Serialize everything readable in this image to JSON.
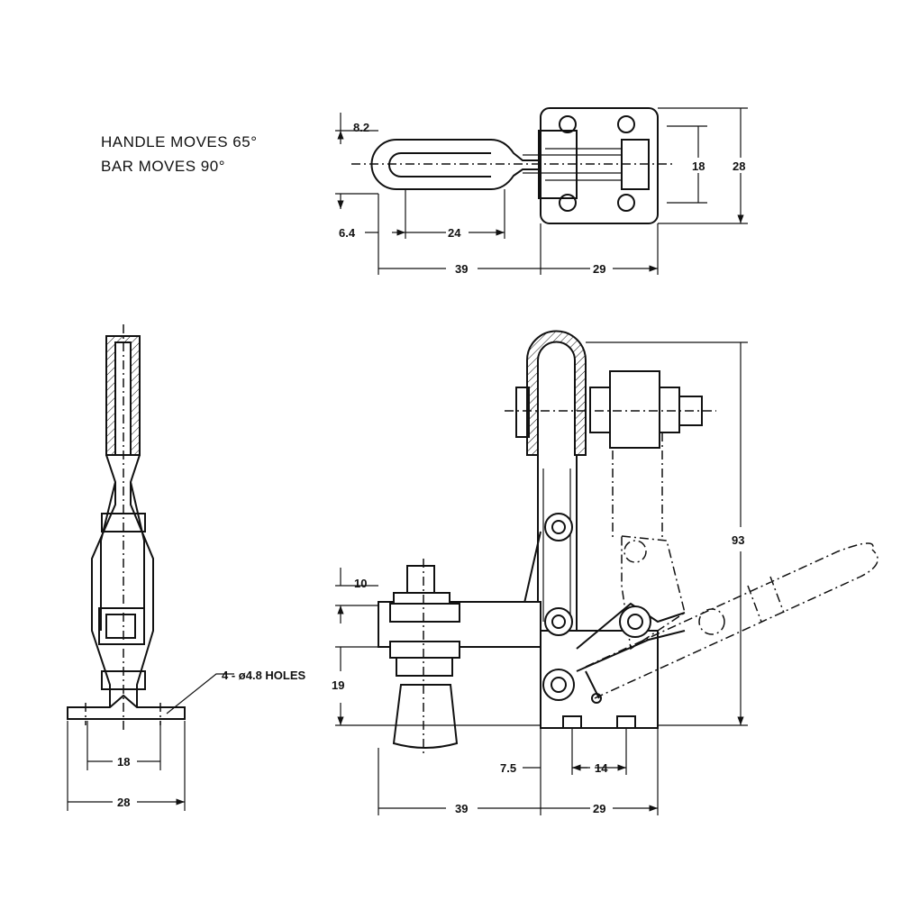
{
  "notes": {
    "handle": "HANDLE  MOVES  65°",
    "bar": "BAR       MOVES  90°"
  },
  "top_view": {
    "d_8_2": "8.2",
    "d_18": "18",
    "d_28": "28",
    "d_6_4": "6.4",
    "d_24": "24",
    "d_39": "39",
    "d_29": "29"
  },
  "side_view": {
    "holes": "4 - ø4.8 HOLES",
    "d_18": "18",
    "d_28": "28"
  },
  "front_view": {
    "d_10": "10",
    "d_19": "19",
    "d_93": "93",
    "d_7_5": "7.5",
    "d_14": "14",
    "d_39": "39",
    "d_29": "29"
  }
}
